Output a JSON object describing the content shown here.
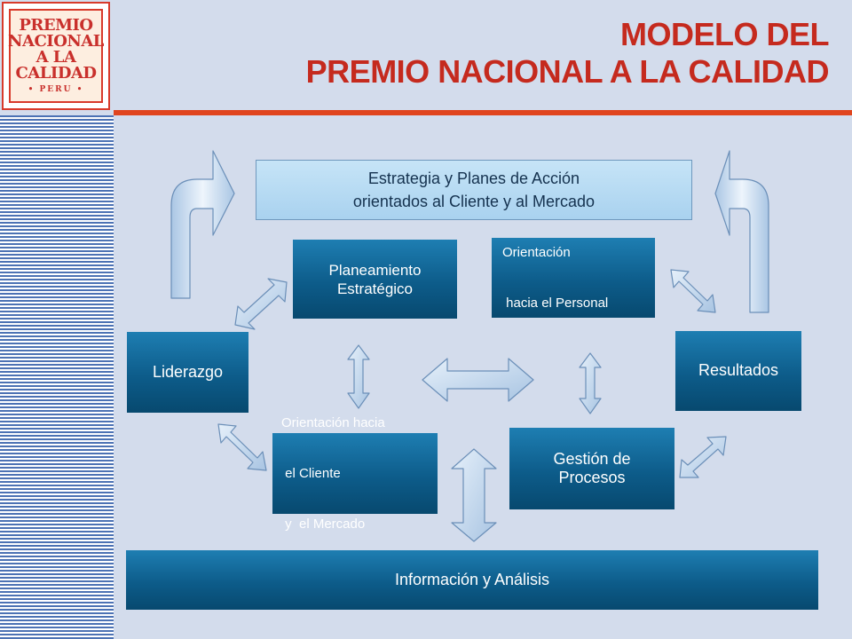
{
  "logo": {
    "lines": [
      "PREMIO",
      "NACIONAL",
      "A LA",
      "CALIDAD"
    ],
    "sub": "• PERU •"
  },
  "title": {
    "line1": "MODELO DEL",
    "line2": "PREMIO NACIONAL A LA CALIDAD"
  },
  "diagram": {
    "strategy": {
      "line1": "Estrategia y Planes de Acción",
      "line2": "orientados al Cliente y  al Mercado"
    },
    "planeamiento": {
      "line1": "Planeamiento",
      "line2": "Estratégico"
    },
    "personal": {
      "line1": "Orientación",
      "line2": " hacia el Personal"
    },
    "liderazgo": "Liderazgo",
    "resultados": "Resultados",
    "cliente": {
      "line1": "Orientación hacia",
      "line2": " el Cliente",
      "line3": " y  el Mercado"
    },
    "procesos": {
      "line1": "Gestión de",
      "line2": "Procesos"
    },
    "informacion": "Información y Análisis"
  },
  "colors": {
    "title_red": "#c52a1e",
    "rule_orange": "#e0451e",
    "box_blue": "#0d5c8a",
    "arrow_fill": "#c9ddf2"
  }
}
